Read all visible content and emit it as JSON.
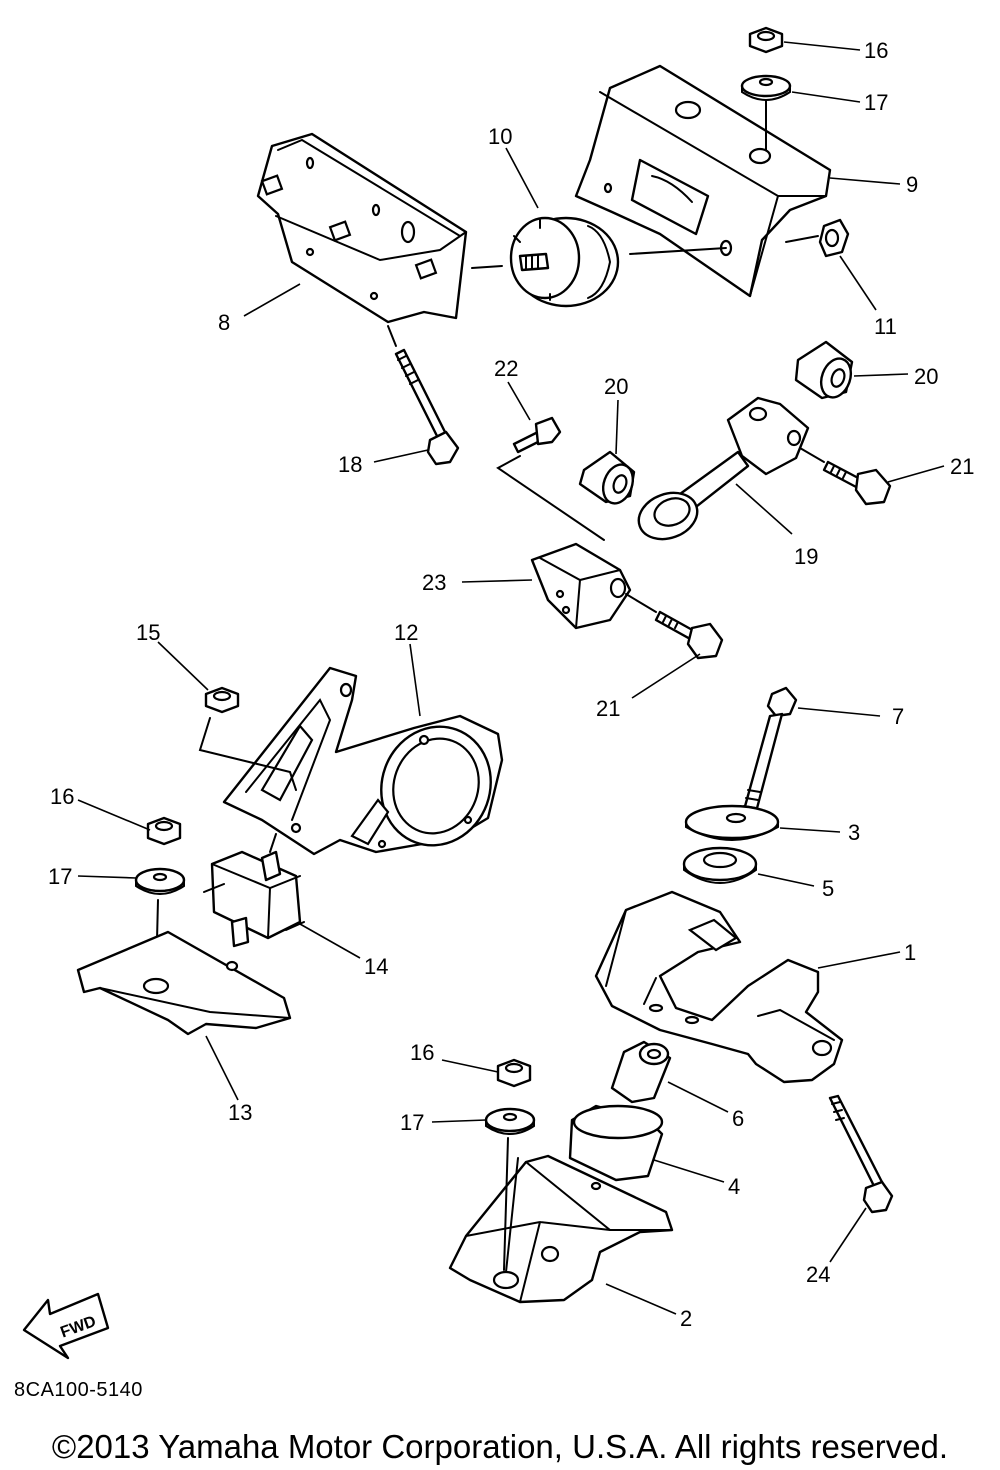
{
  "callouts": {
    "c1": "1",
    "c2": "2",
    "c3": "3",
    "c4": "4",
    "c5": "5",
    "c6": "6",
    "c7": "7",
    "c8": "8",
    "c9": "9",
    "c10": "10",
    "c11": "11",
    "c12": "12",
    "c13": "13",
    "c14": "14",
    "c15": "15",
    "c16a": "16",
    "c16b": "16",
    "c16c": "16",
    "c17a": "17",
    "c17b": "17",
    "c17c": "17",
    "c18": "18",
    "c19": "19",
    "c20a": "20",
    "c20b": "20",
    "c21a": "21",
    "c21b": "21",
    "c22": "22",
    "c23": "23",
    "c24": "24"
  },
  "fwd_arrow_label": "FWD",
  "drawing_code": "8CA100-5140",
  "copyright": "©2013 Yamaha Motor Corporation, U.S.A. All rights reserved."
}
